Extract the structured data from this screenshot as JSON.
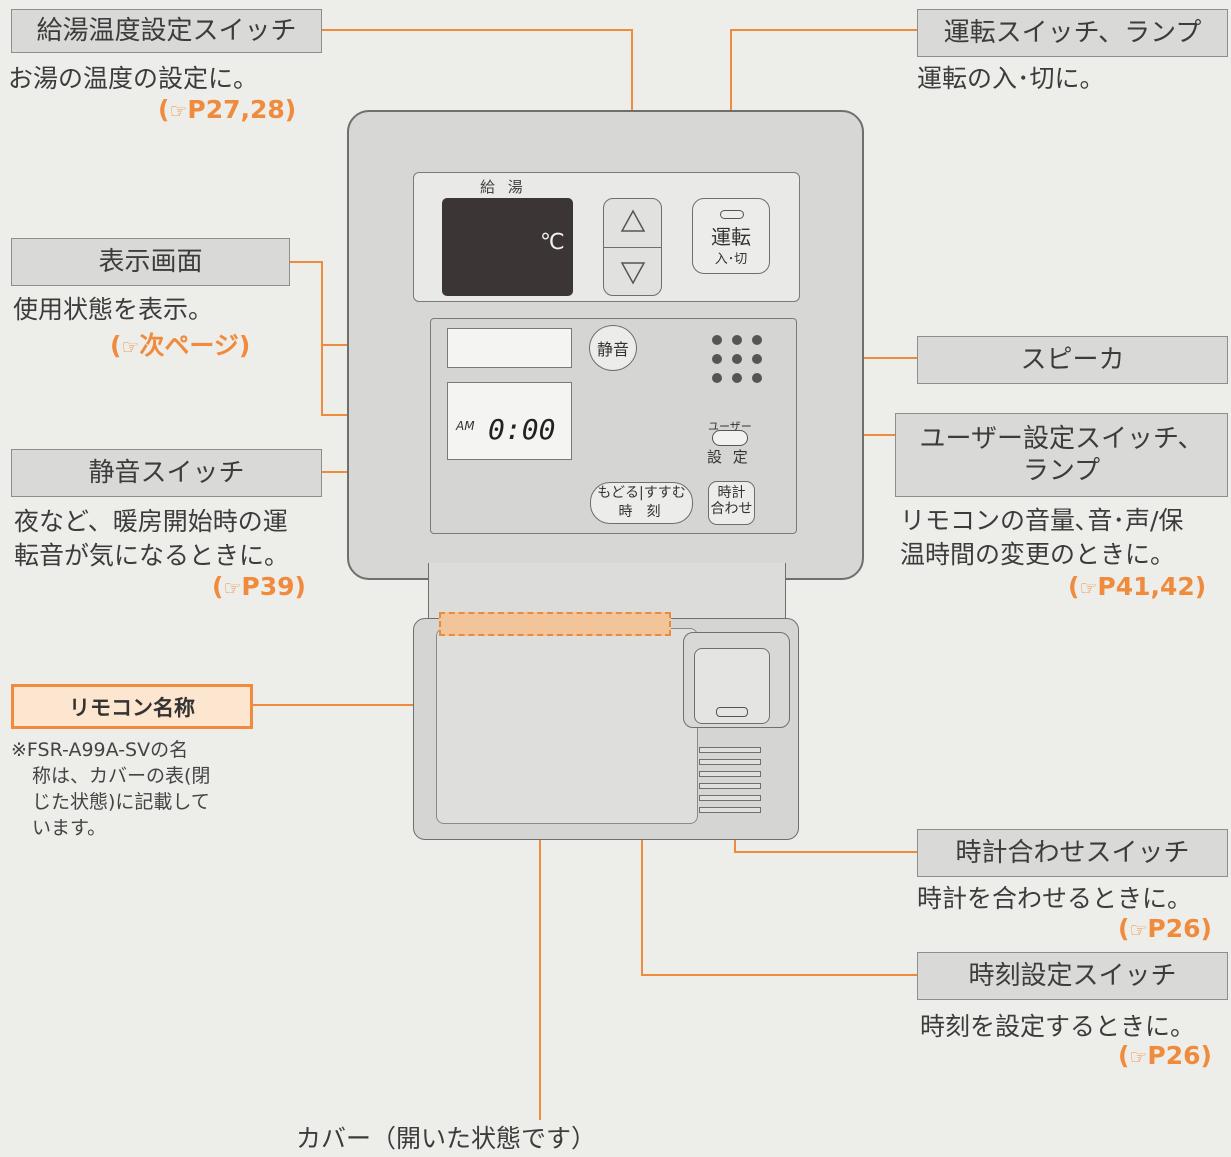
{
  "callouts": {
    "temp_switch": {
      "title": "給湯温度設定スイッチ",
      "desc": "お湯の温度の設定に。",
      "ref": "P27,28"
    },
    "display": {
      "title": "表示画面",
      "desc": "使用状態を表示。",
      "ref": "次ページ"
    },
    "mute_switch": {
      "title": "静音スイッチ",
      "desc1": "夜など、暖房開始時の運",
      "desc2": "転音が気になるときに。",
      "ref": "P39"
    },
    "remote_name": {
      "title": "リモコン名称",
      "note1": "※FSR-A99A-SVの名",
      "note2": "称は、カバーの表(閉",
      "note3": "じた状態)に記載して",
      "note4": "います。"
    },
    "power_switch": {
      "title": "運転スイッチ、ランプ",
      "desc": "運転の入･切に。"
    },
    "speaker": {
      "title": "スピーカ"
    },
    "user_switch": {
      "title1": "ユーザー設定スイッチ、",
      "title2": "ランプ",
      "desc1": "リモコンの音量､音･声/保",
      "desc2": "温時間の変更のときに。",
      "ref": "P41,42"
    },
    "clock_switch": {
      "title": "時計合わせスイッチ",
      "desc": "時計を合わせるときに。",
      "ref": "P26"
    },
    "time_switch": {
      "title": "時刻設定スイッチ",
      "desc": "時刻を設定するときに。",
      "ref": "P26"
    },
    "cover": {
      "label": "カバー（開いた状態です）"
    }
  },
  "ref_open": "(",
  "ref_close": ")",
  "ref_icon": "☞",
  "device": {
    "kyuto": "給 湯",
    "unit": "℃",
    "power_label": "運転",
    "power_sub": "入･切",
    "mute_label": "静音",
    "am": "AM",
    "time": "0:00",
    "user_top": "ユーザー",
    "user_bottom": "設 定",
    "back_label": "もどる",
    "fwd_label": "すすむ",
    "time_label": "時刻",
    "clock_label1": "時計",
    "clock_label2": "合わせ"
  },
  "colors": {
    "accent": "#f08a3c",
    "line": "#f08a3c",
    "box": "#d9d9d7"
  }
}
